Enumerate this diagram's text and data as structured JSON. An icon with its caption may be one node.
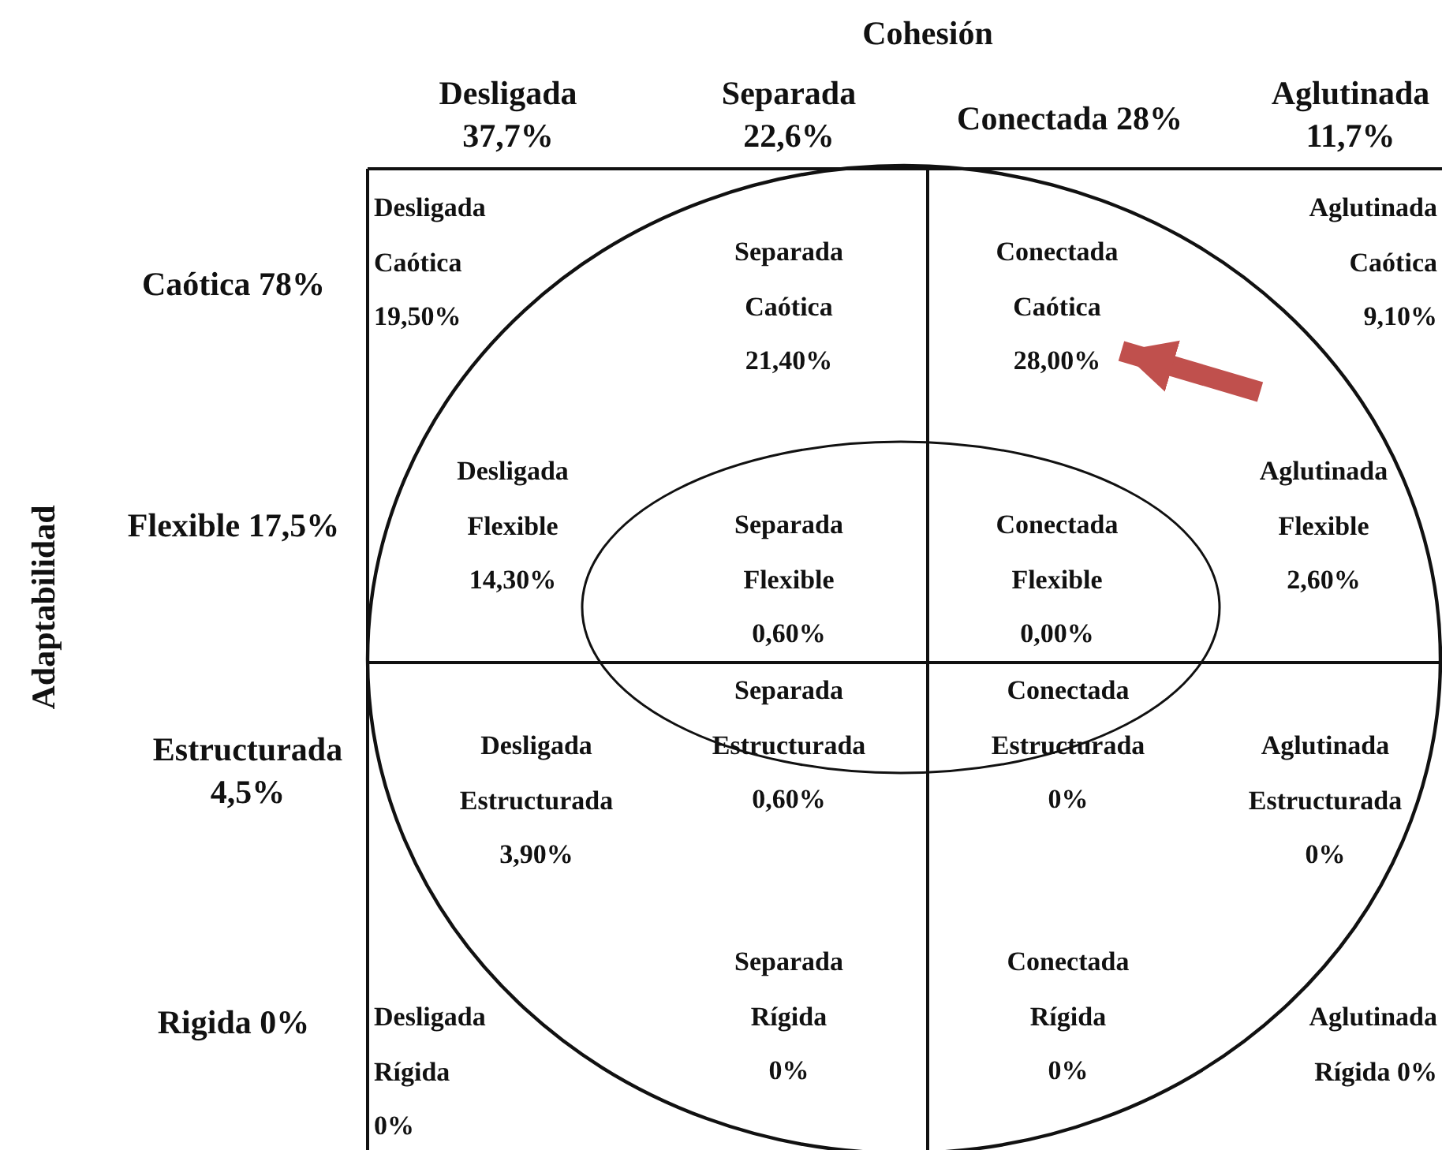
{
  "diagram": {
    "nodes": [
      {
        "text": [
          "Desligada Caótica 19,50%"
        ]
      },
      {
        "text": [
          "Separada Caótica 21,40%"
        ]
      },
      {
        "text": [
          "Conectada Caótica 28,00%"
        ]
      },
      {
        "text": [
          "Aglutinada Caótica 9,10%"
        ]
      },
      {
        "text": [
          "Desligada Flexible 14,30%"
        ]
      },
      {
        "text": [
          "Separada Flexible 0,60%"
        ]
      },
      {
        "text": [
          "Conectada Flexible 0,00%"
        ]
      },
      {
        "text": [
          "Aglutinada Flexible 2,60%"
        ]
      },
      {
        "text": [
          "Desligada Estructurada 3,90%"
        ]
      },
      {
        "text": [
          "Separada Estructurada 0,60%"
        ]
      },
      {
        "text": [
          "Conectada Estructurada 0%"
        ]
      },
      {
        "text": [
          "Aglutinada Estructurada 0%"
        ]
      },
      {
        "text": [
          "Desligada Rígida 0%"
        ]
      },
      {
        "text": [
          "Separada Rígida 0%"
        ]
      },
      {
        "text": [
          "Conectada Rígida 0%"
        ]
      },
      {
        "text": [
          "Aglutinada Rígida 0%"
        ]
      }
    ],
    "edges": [
      {
        "from": null,
        "to": 2,
        "arrow": "to",
        "color": "#c0504d"
      }
    ],
    "labels": [
      "Cohesión",
      "Desligada 37,7%",
      "Separada 22,6%",
      "Conectada 28%",
      "Aglutinada 11,7%",
      "Adaptabilidad",
      "Caótica 78%",
      "Flexible 17,5%",
      "Estructurada 4,5%",
      "Rigida 0%"
    ]
  }
}
